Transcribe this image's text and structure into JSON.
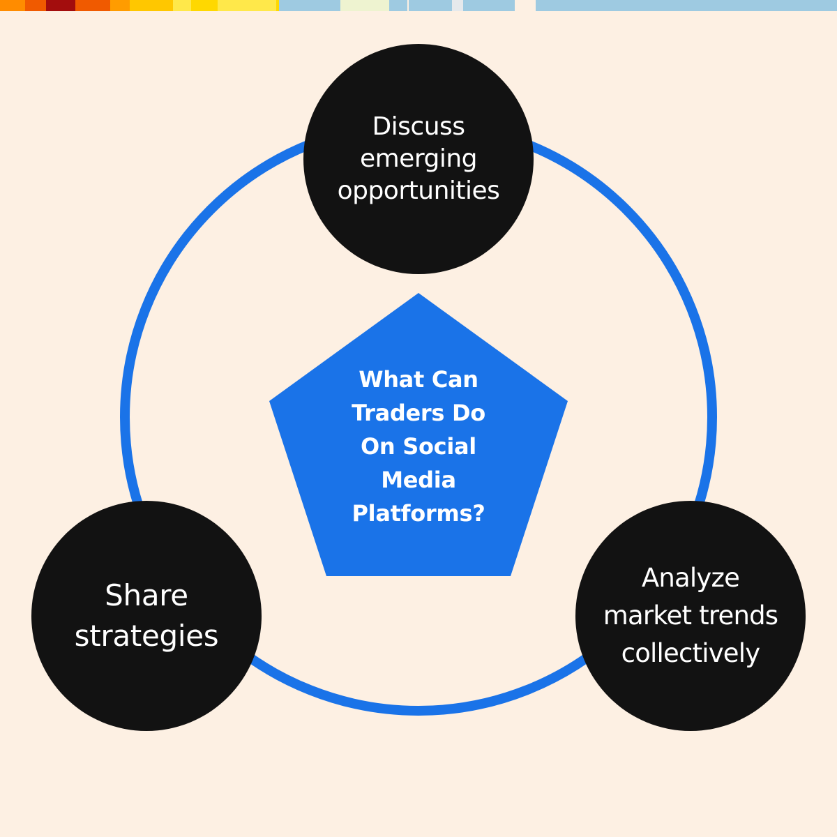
{
  "colors": {
    "background": "#fdf0e3",
    "ring": "#1a73e8",
    "pentagon": "#1a73e8",
    "node": "#121212",
    "text": "#ffffff"
  },
  "top_strip": [
    "#ff8c00",
    "#f05a00",
    "#a30d0d",
    "#f05a00",
    "#ff9c00",
    "#ffc700",
    "#ffe84a",
    "#ffd800",
    "#ffe84a",
    "#ffd800",
    "#9ecae1",
    "#eef3d0",
    "#9ecae1",
    "#fdf0e3",
    "#9ecae1",
    "#e6e9ec",
    "#9ecae1",
    "#fdf0e3"
  ],
  "center": {
    "label": "What Can\nTraders Do\nOn Social\nMedia\nPlatforms?"
  },
  "nodes": {
    "top": {
      "label": "Discuss\nemerging\nopportunities"
    },
    "left": {
      "label": "Share\nstrategies"
    },
    "right": {
      "label": "Analyze\nmarket trends\ncollectively"
    }
  }
}
